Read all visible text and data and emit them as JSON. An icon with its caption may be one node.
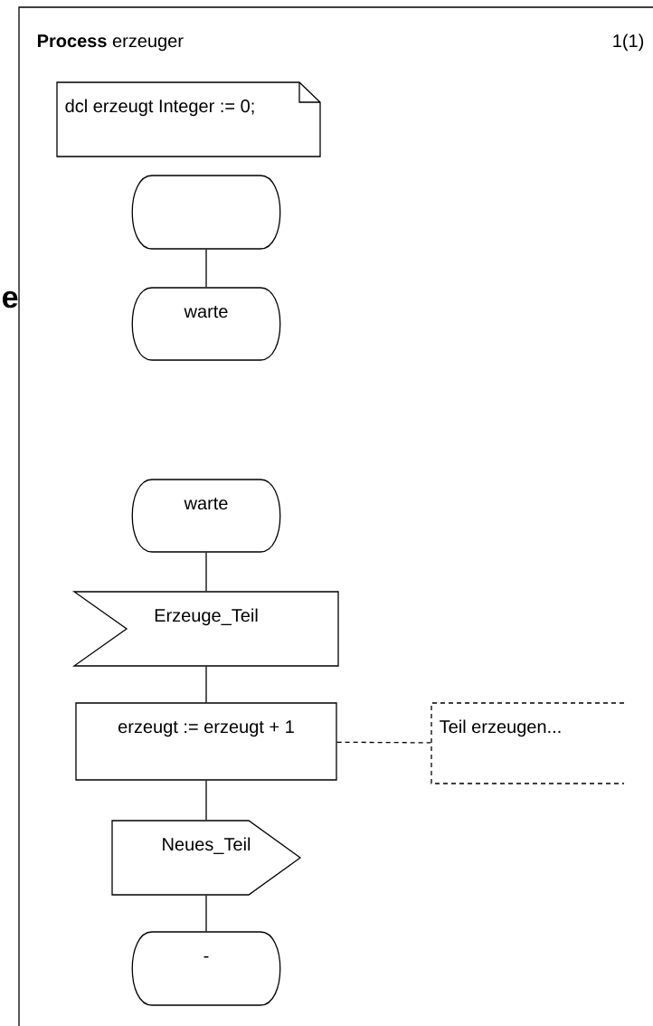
{
  "diagram": {
    "title": "**Process** erzeuger",
    "nodes": [
      {
        "text": [
          "dcl erzeugt Integer := 0;"
        ]
      },
      {
        "text": [],
        "shape": "oval"
      },
      {
        "text": [
          "warte"
        ]
      },
      {
        "text": [
          "warte"
        ]
      },
      {
        "text": [
          "Erzeuge_Teil"
        ]
      },
      {
        "text": [
          "erzeugt := erzeugt + 1"
        ]
      },
      {
        "text": [
          "Teil erzeugen..."
        ]
      },
      {
        "text": [
          "Neues_Teil"
        ]
      },
      {
        "text": [
          "-"
        ]
      }
    ],
    "edges": [
      {
        "from": 1,
        "to": 2,
        "arrow": "none"
      },
      {
        "from": 3,
        "to": 4,
        "arrow": "none"
      },
      {
        "from": 4,
        "to": 5,
        "arrow": "none"
      },
      {
        "from": 5,
        "to": 6,
        "arrow": "none",
        "style": "dashed"
      },
      {
        "from": 5,
        "to": 7,
        "arrow": "none"
      },
      {
        "from": 7,
        "to": 8,
        "arrow": "none"
      }
    ],
    "labels": [
      "1(1)",
      "e"
    ]
  }
}
